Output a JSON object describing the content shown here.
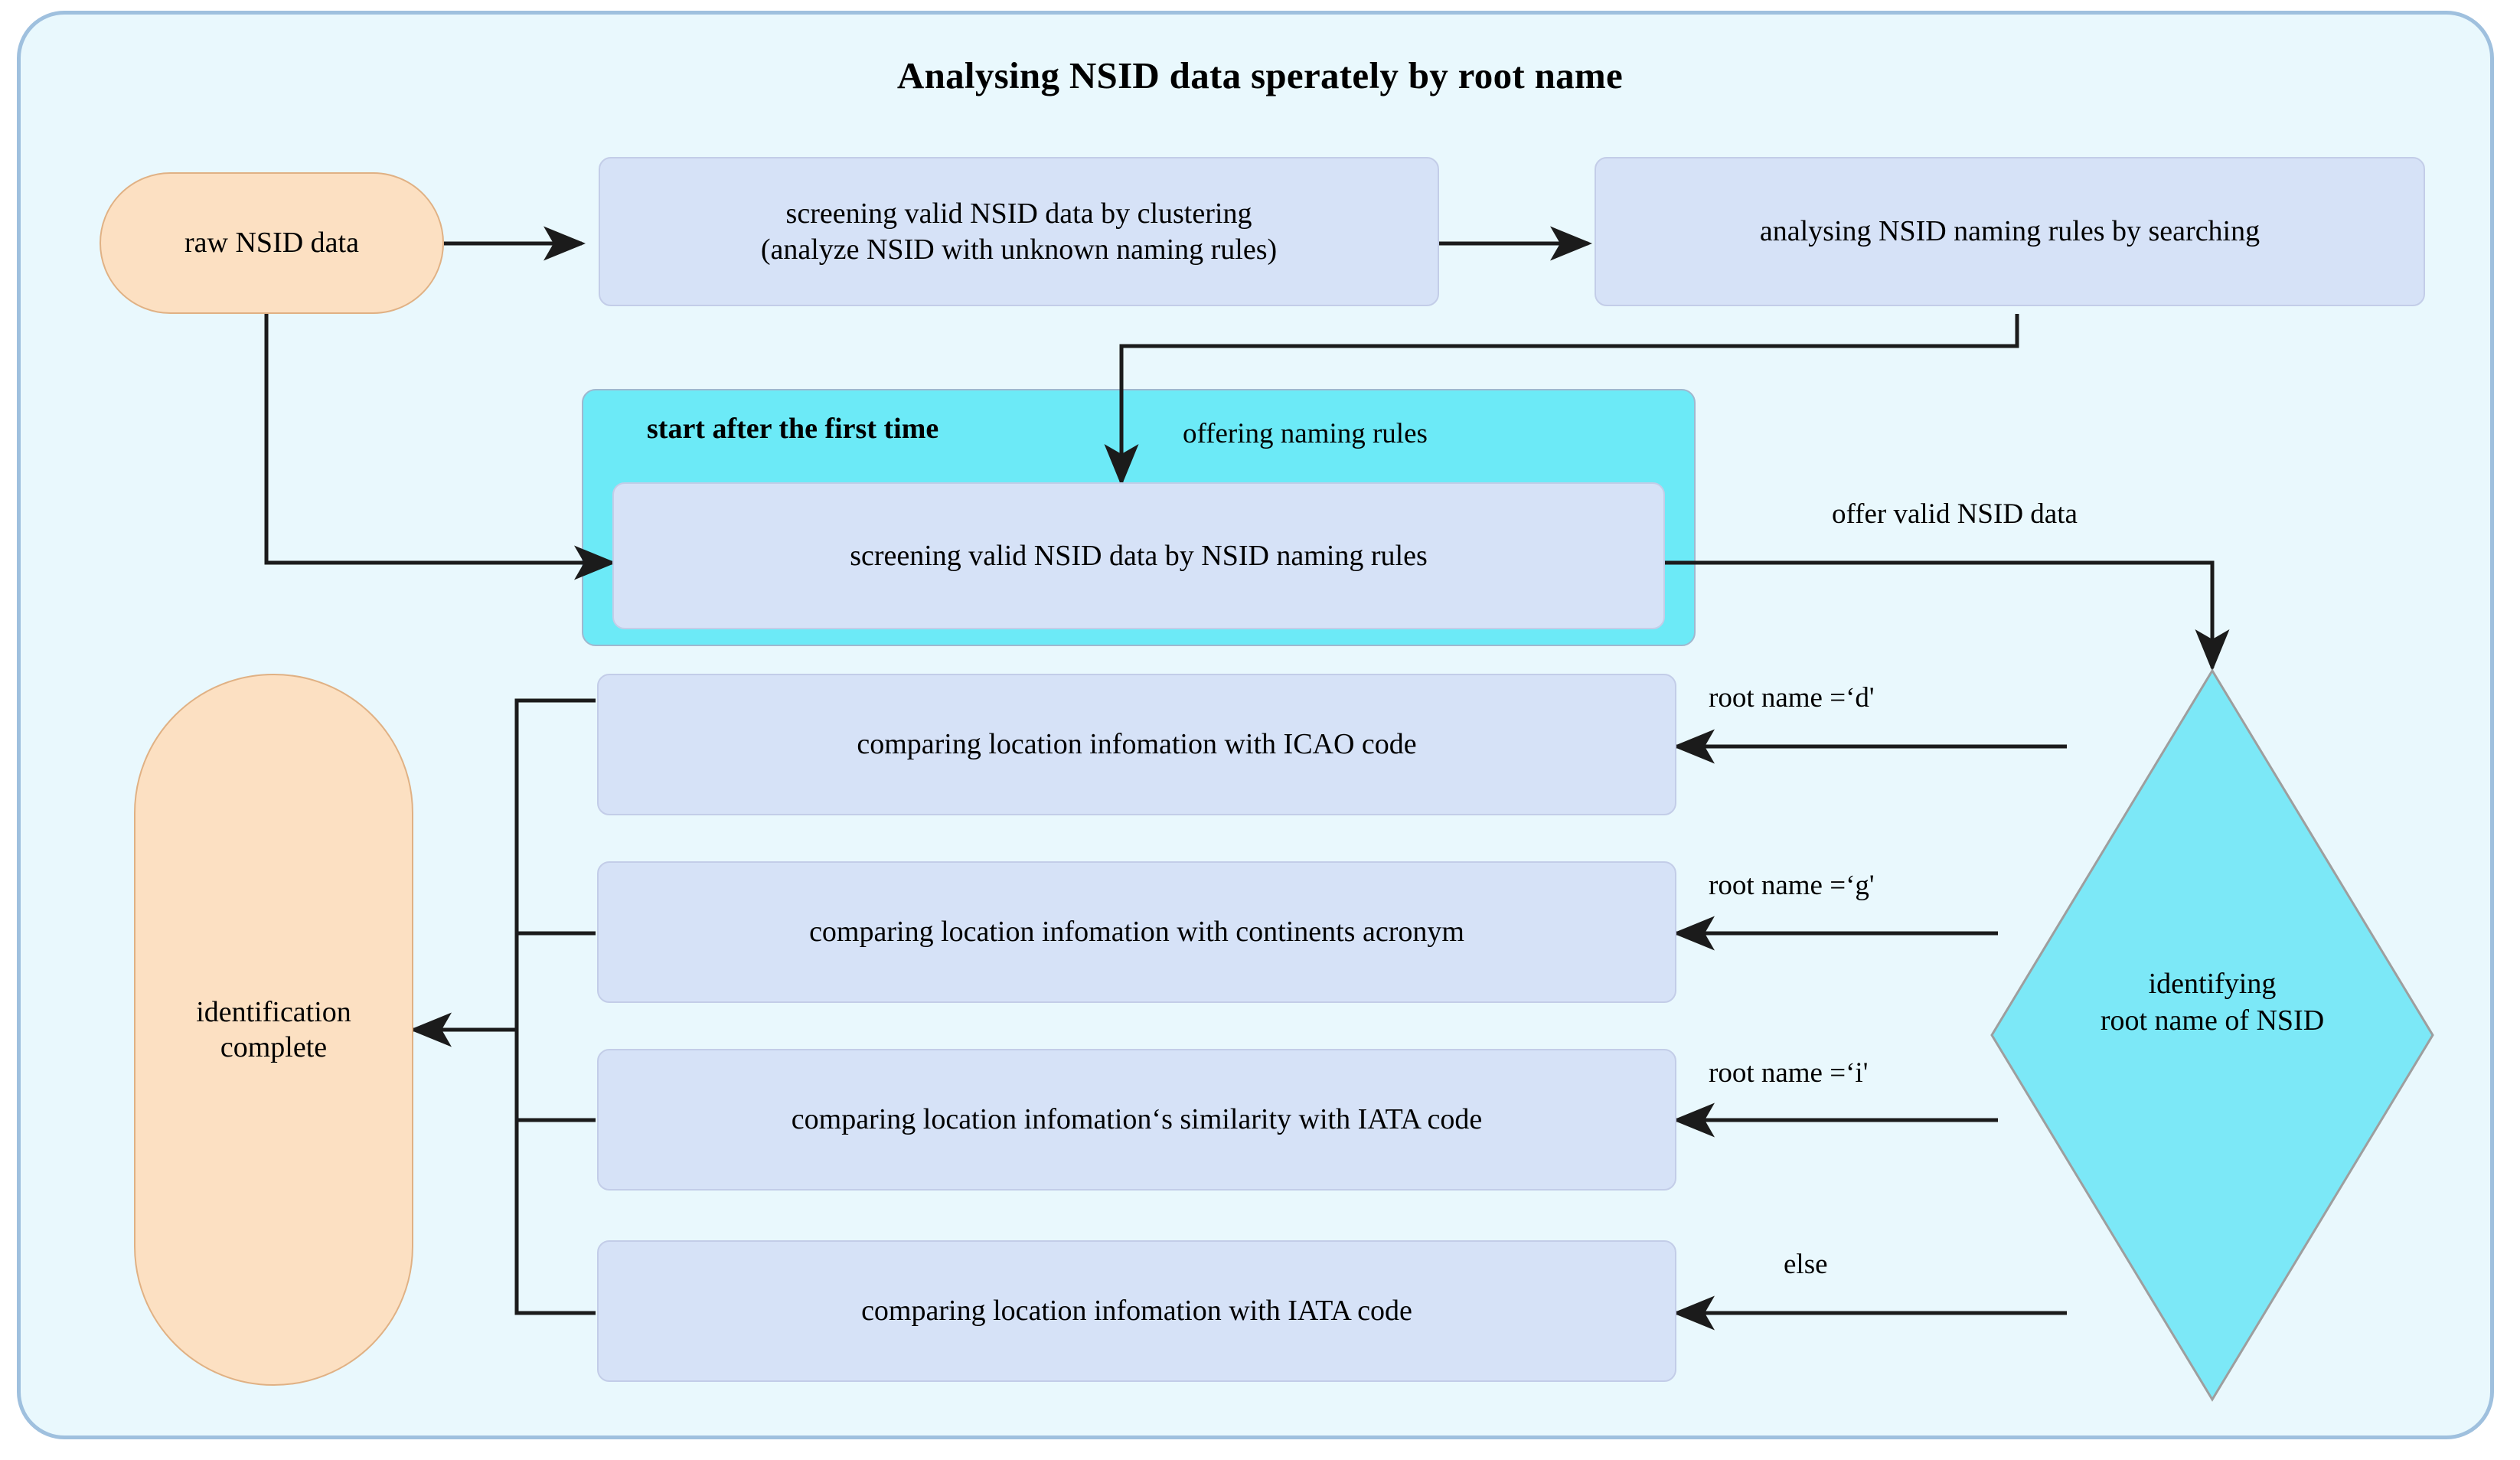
{
  "diagram": {
    "title": "Analysing NSID data sperately by root name",
    "colors": {
      "canvas": "#e9f8fd",
      "frame_border": "#9fc0de",
      "process_fill": "#d6e2f7",
      "process_border": "#c3cde8",
      "terminal_fill": "#fce0c2",
      "terminal_border": "#e0b184",
      "subgraph_fill": "#6ceaf7",
      "decision_fill": "#7ce8f7",
      "decision_border": "#9e9e9e",
      "edge_stroke": "#1b1b1b",
      "text": "#000000"
    },
    "nodes": {
      "raw_data": "raw NSID data",
      "screen_cluster_line1": "screening valid NSID data by clustering",
      "screen_cluster_line2": "(analyze NSID with unknown naming rules)",
      "analyse_rules": "analysing NSID naming rules by searching",
      "screen_by_rules": "screening valid NSID data by NSID naming rules",
      "decision_line1": "identifying",
      "decision_line2": "root name of NSID",
      "compare_icao": "comparing location infomation with ICAO code",
      "compare_continents": "comparing location infomation with continents acronym",
      "compare_iata_similarity": "comparing location infomation‘s similarity with IATA code",
      "compare_iata": "comparing location infomation with IATA code",
      "complete_line1": "identification",
      "complete_line2": "complete"
    },
    "subgraph": {
      "title": "start after the first time"
    },
    "edge_labels": {
      "offering_naming_rules": "offering naming rules",
      "offer_valid_data": "offer valid NSID data",
      "root_name_d": "root name =‘d'",
      "root_name_g": "root name =‘g'",
      "root_name_i": "root name =‘i'",
      "else": "else"
    }
  }
}
